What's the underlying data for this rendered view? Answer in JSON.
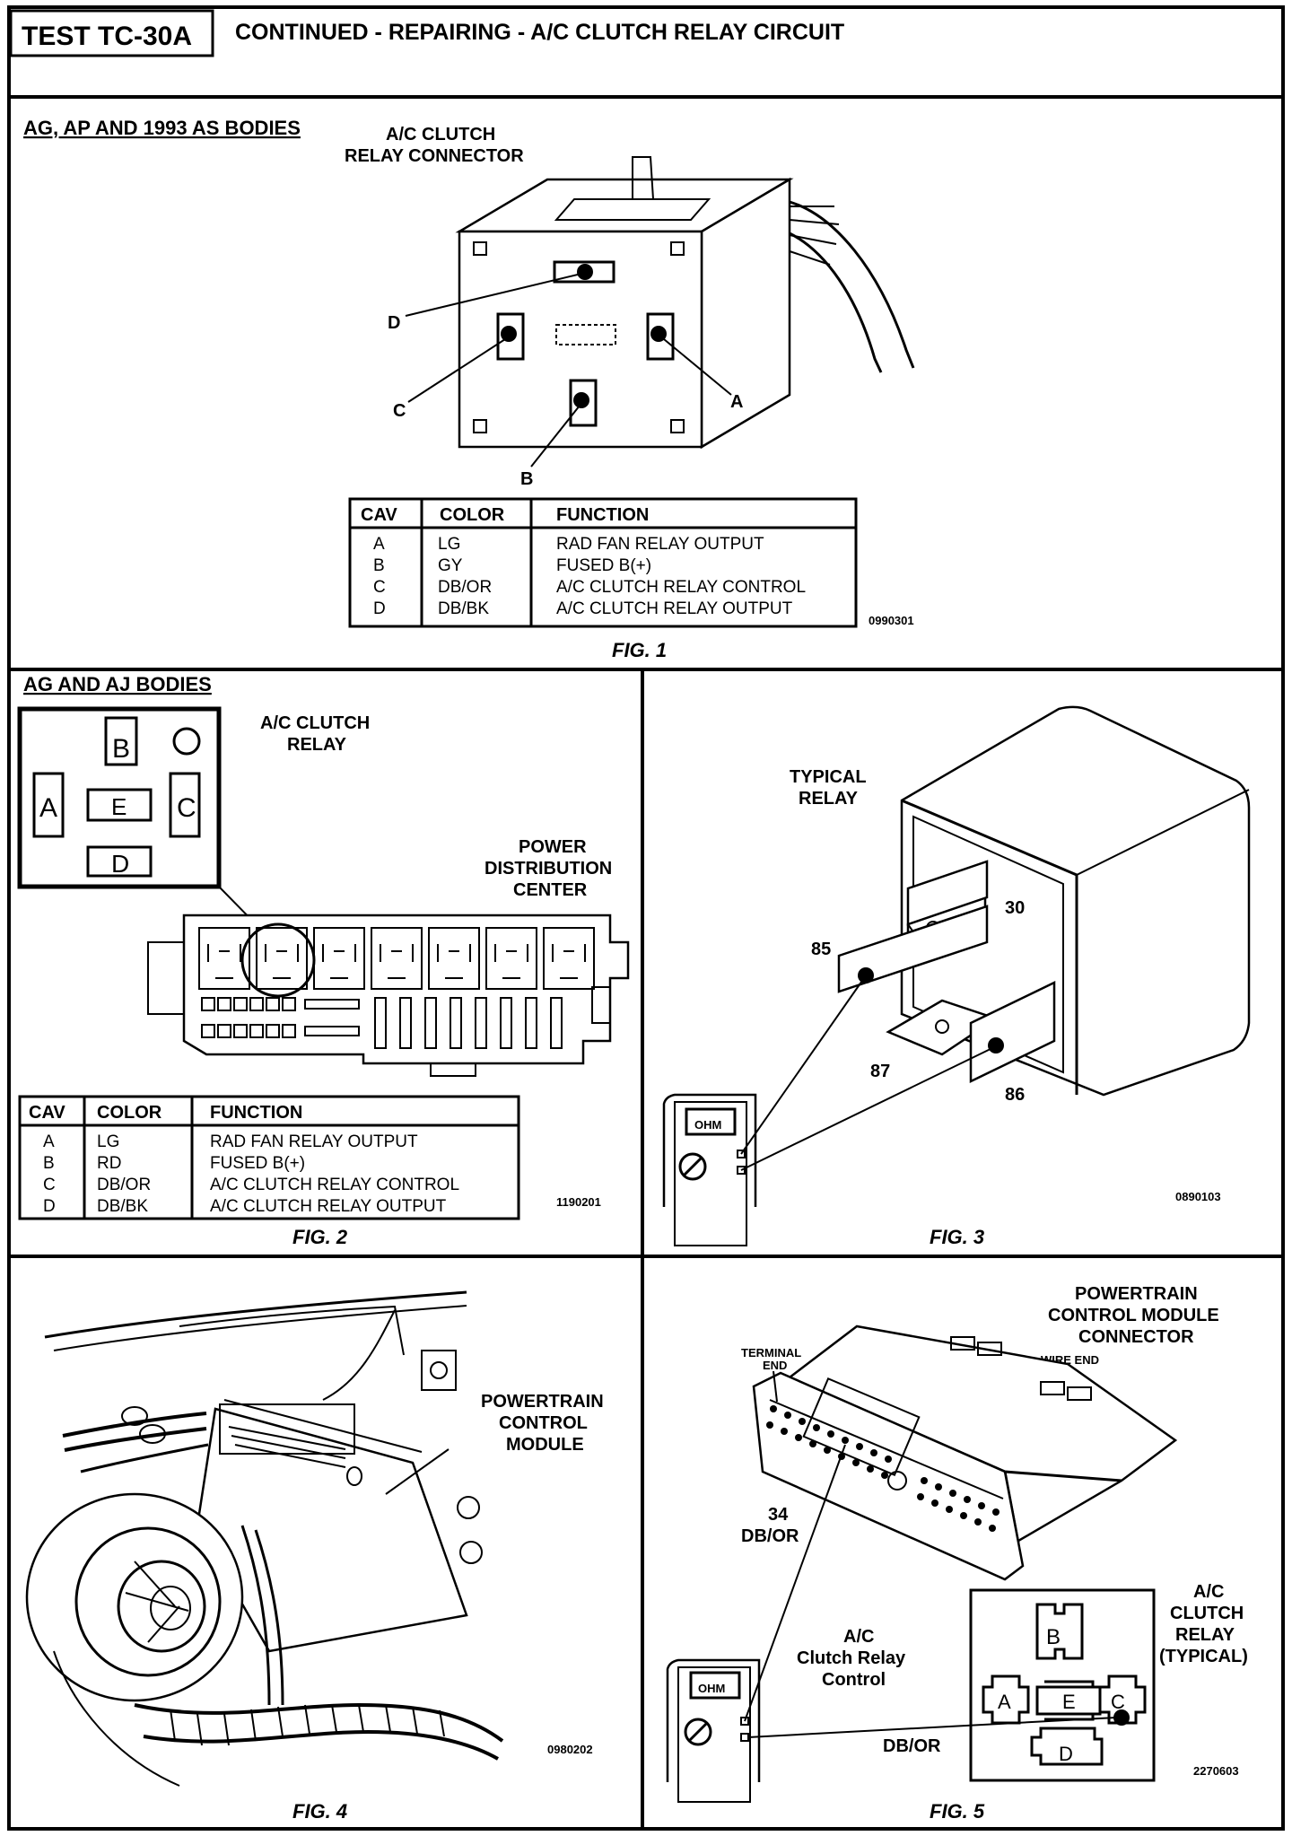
{
  "header": {
    "test_id": "TEST TC-30A",
    "title": "CONTINUED -  REPAIRING - A/C CLUTCH RELAY CIRCUIT"
  },
  "fig1": {
    "section_title": "AG, AP AND 1993 AS BODIES",
    "connector_label_line1": "A/C CLUTCH",
    "connector_label_line2": "RELAY CONNECTOR",
    "callouts": {
      "a": "A",
      "b": "B",
      "c": "C",
      "d": "D"
    },
    "table": {
      "headers": [
        "CAV",
        "COLOR",
        "FUNCTION"
      ],
      "rows": [
        [
          "A",
          "LG",
          "RAD FAN RELAY OUTPUT"
        ],
        [
          "B",
          "GY",
          "FUSED B(+)"
        ],
        [
          "C",
          "DB/OR",
          "A/C CLUTCH RELAY CONTROL"
        ],
        [
          "D",
          "DB/BK",
          "A/C CLUTCH RELAY OUTPUT"
        ]
      ]
    },
    "part_number": "0990301",
    "caption": "FIG. 1"
  },
  "fig2": {
    "section_title": "AG AND AJ BODIES",
    "relay_label_line1": "A/C CLUTCH",
    "relay_label_line2": "RELAY",
    "pdc_label_line1": "POWER",
    "pdc_label_line2": "DISTRIBUTION",
    "pdc_label_line3": "CENTER",
    "pins": {
      "a": "A",
      "b": "B",
      "c": "C",
      "d": "D",
      "e": "E"
    },
    "table": {
      "headers": [
        "CAV",
        "COLOR",
        "FUNCTION"
      ],
      "rows": [
        [
          "A",
          "LG",
          "RAD FAN RELAY OUTPUT"
        ],
        [
          "B",
          "RD",
          "FUSED B(+)"
        ],
        [
          "C",
          "DB/OR",
          "A/C CLUTCH RELAY CONTROL"
        ],
        [
          "D",
          "DB/BK",
          "A/C CLUTCH RELAY OUTPUT"
        ]
      ]
    },
    "part_number": "1190201",
    "caption": "FIG. 2"
  },
  "fig3": {
    "relay_label_line1": "TYPICAL",
    "relay_label_line2": "RELAY",
    "terminals": {
      "t30": "30",
      "t85": "85",
      "t86": "86",
      "t87": "87"
    },
    "meter_label": "OHM",
    "part_number": "0890103",
    "caption": "FIG. 3"
  },
  "fig4": {
    "module_label_line1": "POWERTRAIN",
    "module_label_line2": "CONTROL",
    "module_label_line3": "MODULE",
    "part_number": "0980202",
    "caption": "FIG. 4"
  },
  "fig5": {
    "connector_label_line1": "POWERTRAIN",
    "connector_label_line2": "CONTROL MODULE",
    "connector_label_line3": "CONNECTOR",
    "terminal_end_line1": "TERMINAL",
    "terminal_end_line2": "END",
    "wire_end": "WIRE  END",
    "cavity_line1": "34",
    "cavity_line2": "DB/OR",
    "relay_label_line1": "A/C",
    "relay_label_line2": "CLUTCH",
    "relay_label_line3": "RELAY",
    "relay_label_line4": "(TYPICAL)",
    "control_line1": "A/C",
    "control_line2": "Clutch Relay",
    "control_line3": "Control",
    "wire_color": "DB/OR",
    "meter_label": "OHM",
    "pins": {
      "a": "A",
      "b": "B",
      "c": "C",
      "d": "D",
      "e": "E"
    },
    "part_number": "2270603",
    "caption": "FIG. 5"
  }
}
